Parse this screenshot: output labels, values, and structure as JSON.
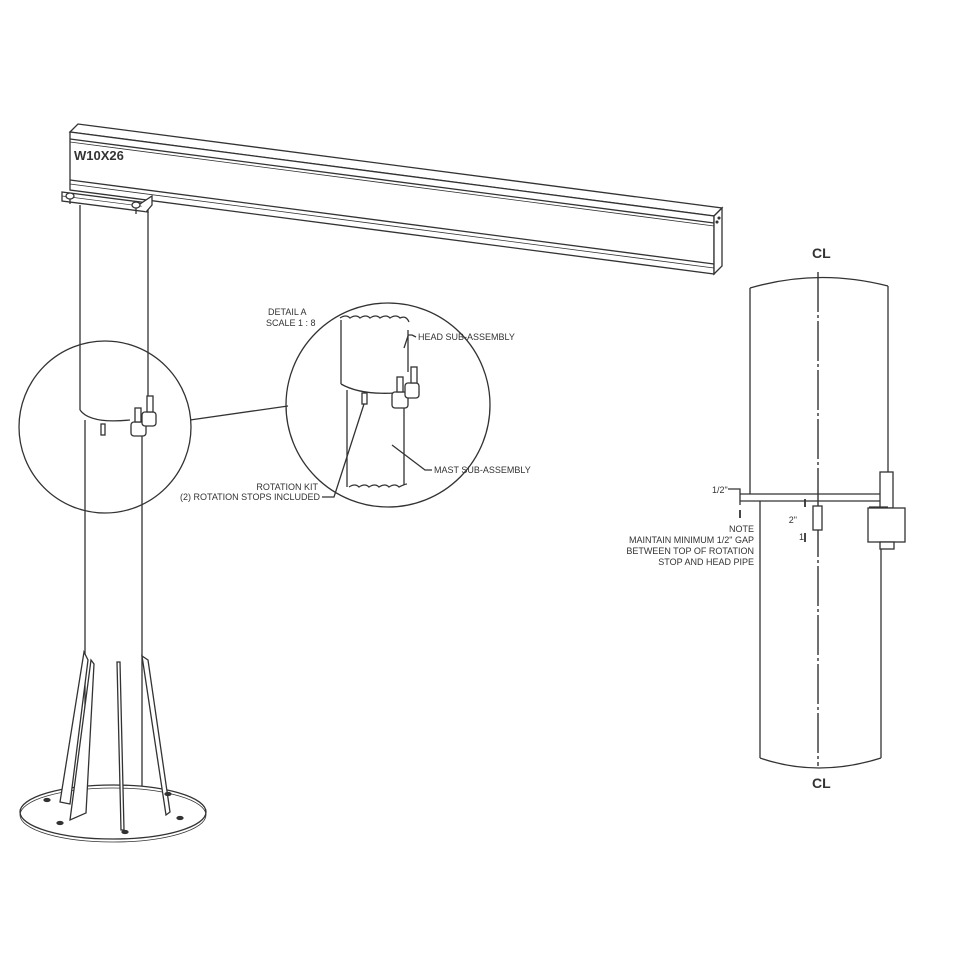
{
  "beam": {
    "label": "W10X26"
  },
  "detail": {
    "title": "DETAIL A",
    "scale": "SCALE 1 : 8",
    "head_label": "HEAD SUB-ASSEMBLY",
    "mast_label": "MAST SUB-ASSEMBLY",
    "rotation_kit_line1": "ROTATION KIT",
    "rotation_kit_line2": "(2) ROTATION STOPS INCLUDED"
  },
  "side_view": {
    "centerline_symbol": "CL",
    "gap_dim": "1/2\"",
    "stop_dim": "2\"",
    "stop_dim_lower": "1",
    "note_title": "NOTE",
    "note_line1": "MAINTAIN MINIMUM 1/2\" GAP",
    "note_line2": "BETWEEN TOP OF ROTATION",
    "note_line3": "STOP AND HEAD PIPE"
  },
  "colors": {
    "line": "#333333",
    "background": "#ffffff"
  }
}
